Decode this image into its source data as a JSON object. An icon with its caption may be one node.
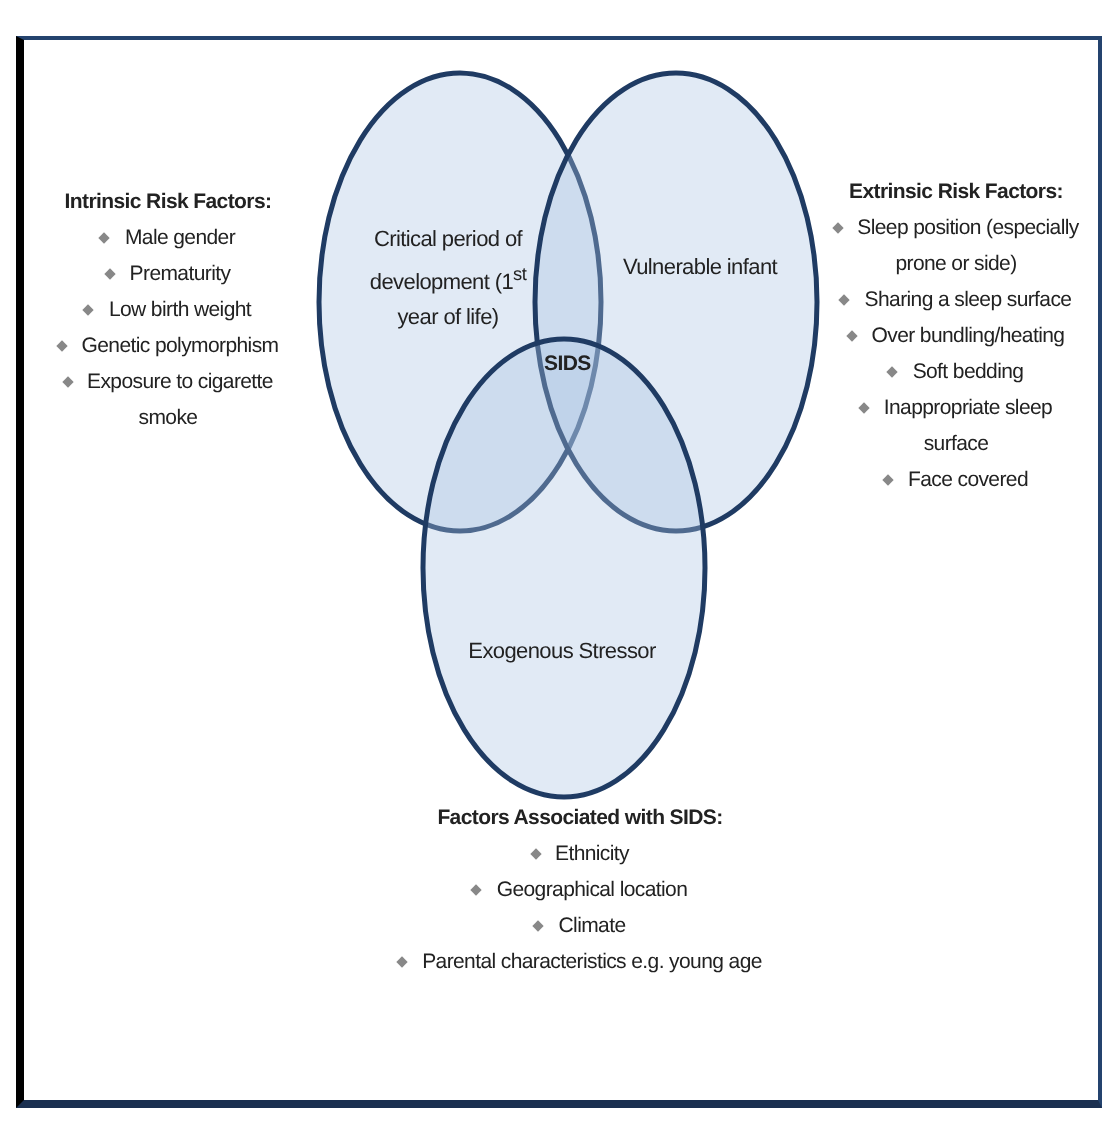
{
  "diagram": {
    "nodes": [
      {
        "text": [
          "Critical period of development (1$^{st}$ year of life)"
        ]
      },
      {
        "text": [
          "Vulnerable infant"
        ]
      },
      {
        "text": [
          "Exogenous Stressor"
        ]
      }
    ],
    "labels": [
      "Intrinsic Risk Factors:",
      "Male gender",
      "Prematurity",
      "Low birth weight",
      "Genetic polymorphism",
      "Exposure to cigarette smoke",
      "Extrinsic Risk Factors:",
      "Sleep position (especially prone or side)",
      "Sharing a sleep surface",
      "Over bundling/heating",
      "Soft bedding",
      "Inappropriate sleep surface",
      "Face covered",
      "SIDS",
      "Factors Associated with SIDS:",
      "Ethnicity",
      "Geographical location",
      "Climate",
      "Parental characteristics e.g. young age"
    ]
  }
}
